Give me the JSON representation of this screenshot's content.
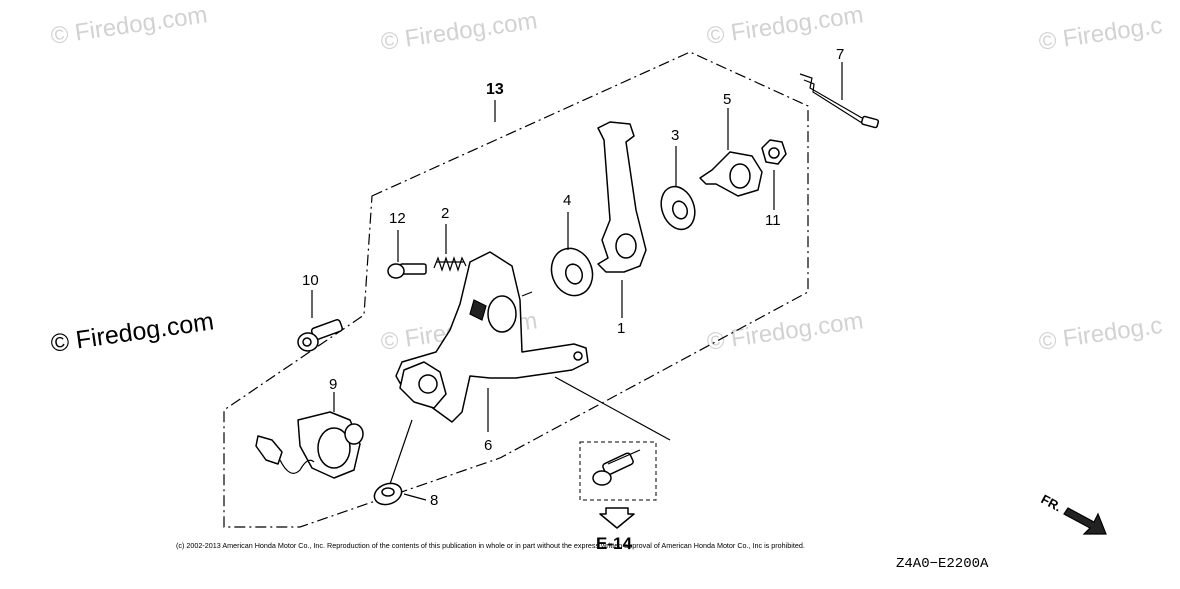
{
  "watermarks": [
    "© Firedog.com",
    "© Firedog.com",
    "© Firedog.com",
    "© Firedog.c",
    "© Firedog.com",
    "© Firedog.com",
    "© Firedog.com",
    "© Firedog.c"
  ],
  "callouts": {
    "c1": "1",
    "c2": "2",
    "c3": "3",
    "c4": "4",
    "c5": "5",
    "c6": "6",
    "c7": "7",
    "c8": "8",
    "c9": "9",
    "c10": "10",
    "c11": "11",
    "c12": "12",
    "c13": "13"
  },
  "reference_page": "E-14",
  "front_indicator": "FR.",
  "diagram_code": "Z4A0−E2200A",
  "copyright": "(c) 2002-2013 American Honda Motor Co., Inc. Reproduction of the contents of this publication in whole or in part without the express written approval of American Honda Motor Co., Inc is prohibited."
}
